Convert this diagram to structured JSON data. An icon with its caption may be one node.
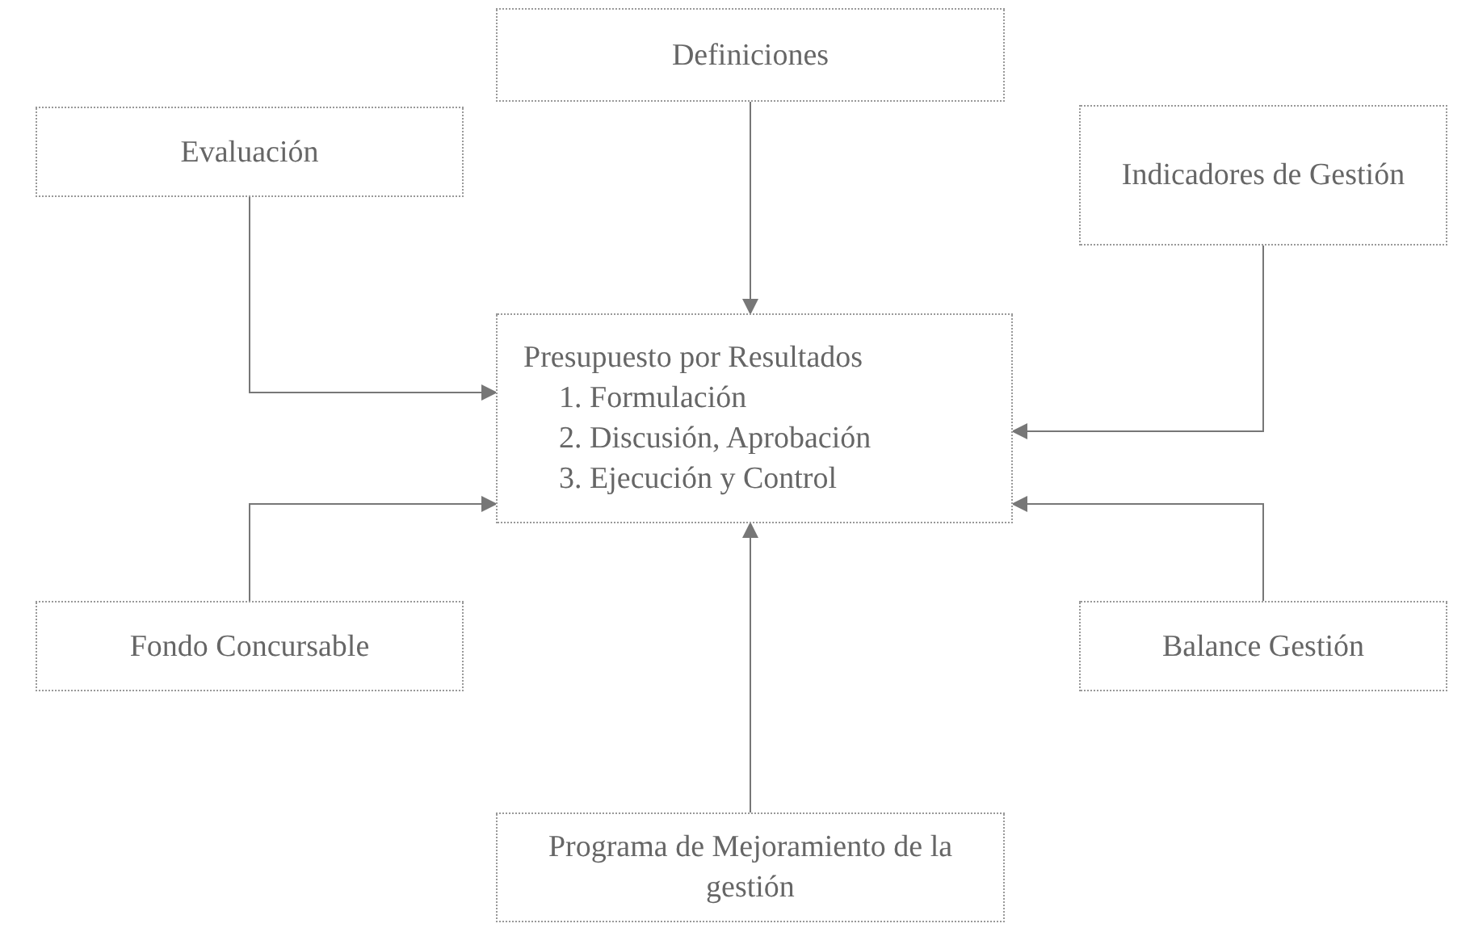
{
  "diagram": {
    "nodes": [
      {
        "text": [
          "Definiciones"
        ]
      },
      {
        "text": [
          "Evaluación"
        ]
      },
      {
        "text": [
          "Indicadores de Gestión"
        ]
      },
      {
        "text": [
          "Presupuesto por Resultados",
          "1. Formulación",
          "2. Discusión, Aprobación",
          "3. Ejecución y Control"
        ]
      },
      {
        "text": [
          "Fondo Concursable"
        ]
      },
      {
        "text": [
          "Balance Gestión"
        ]
      },
      {
        "text": [
          "Programa de Mejoramiento de la gestión"
        ]
      }
    ],
    "edges": [
      {
        "from": 0,
        "to": 3,
        "arrow": "to"
      },
      {
        "from": 1,
        "to": 3,
        "arrow": "to"
      },
      {
        "from": 2,
        "to": 3,
        "arrow": "to"
      },
      {
        "from": 4,
        "to": 3,
        "arrow": "to"
      },
      {
        "from": 5,
        "to": 3,
        "arrow": "to"
      },
      {
        "from": 6,
        "to": 3,
        "arrow": "to"
      }
    ]
  }
}
